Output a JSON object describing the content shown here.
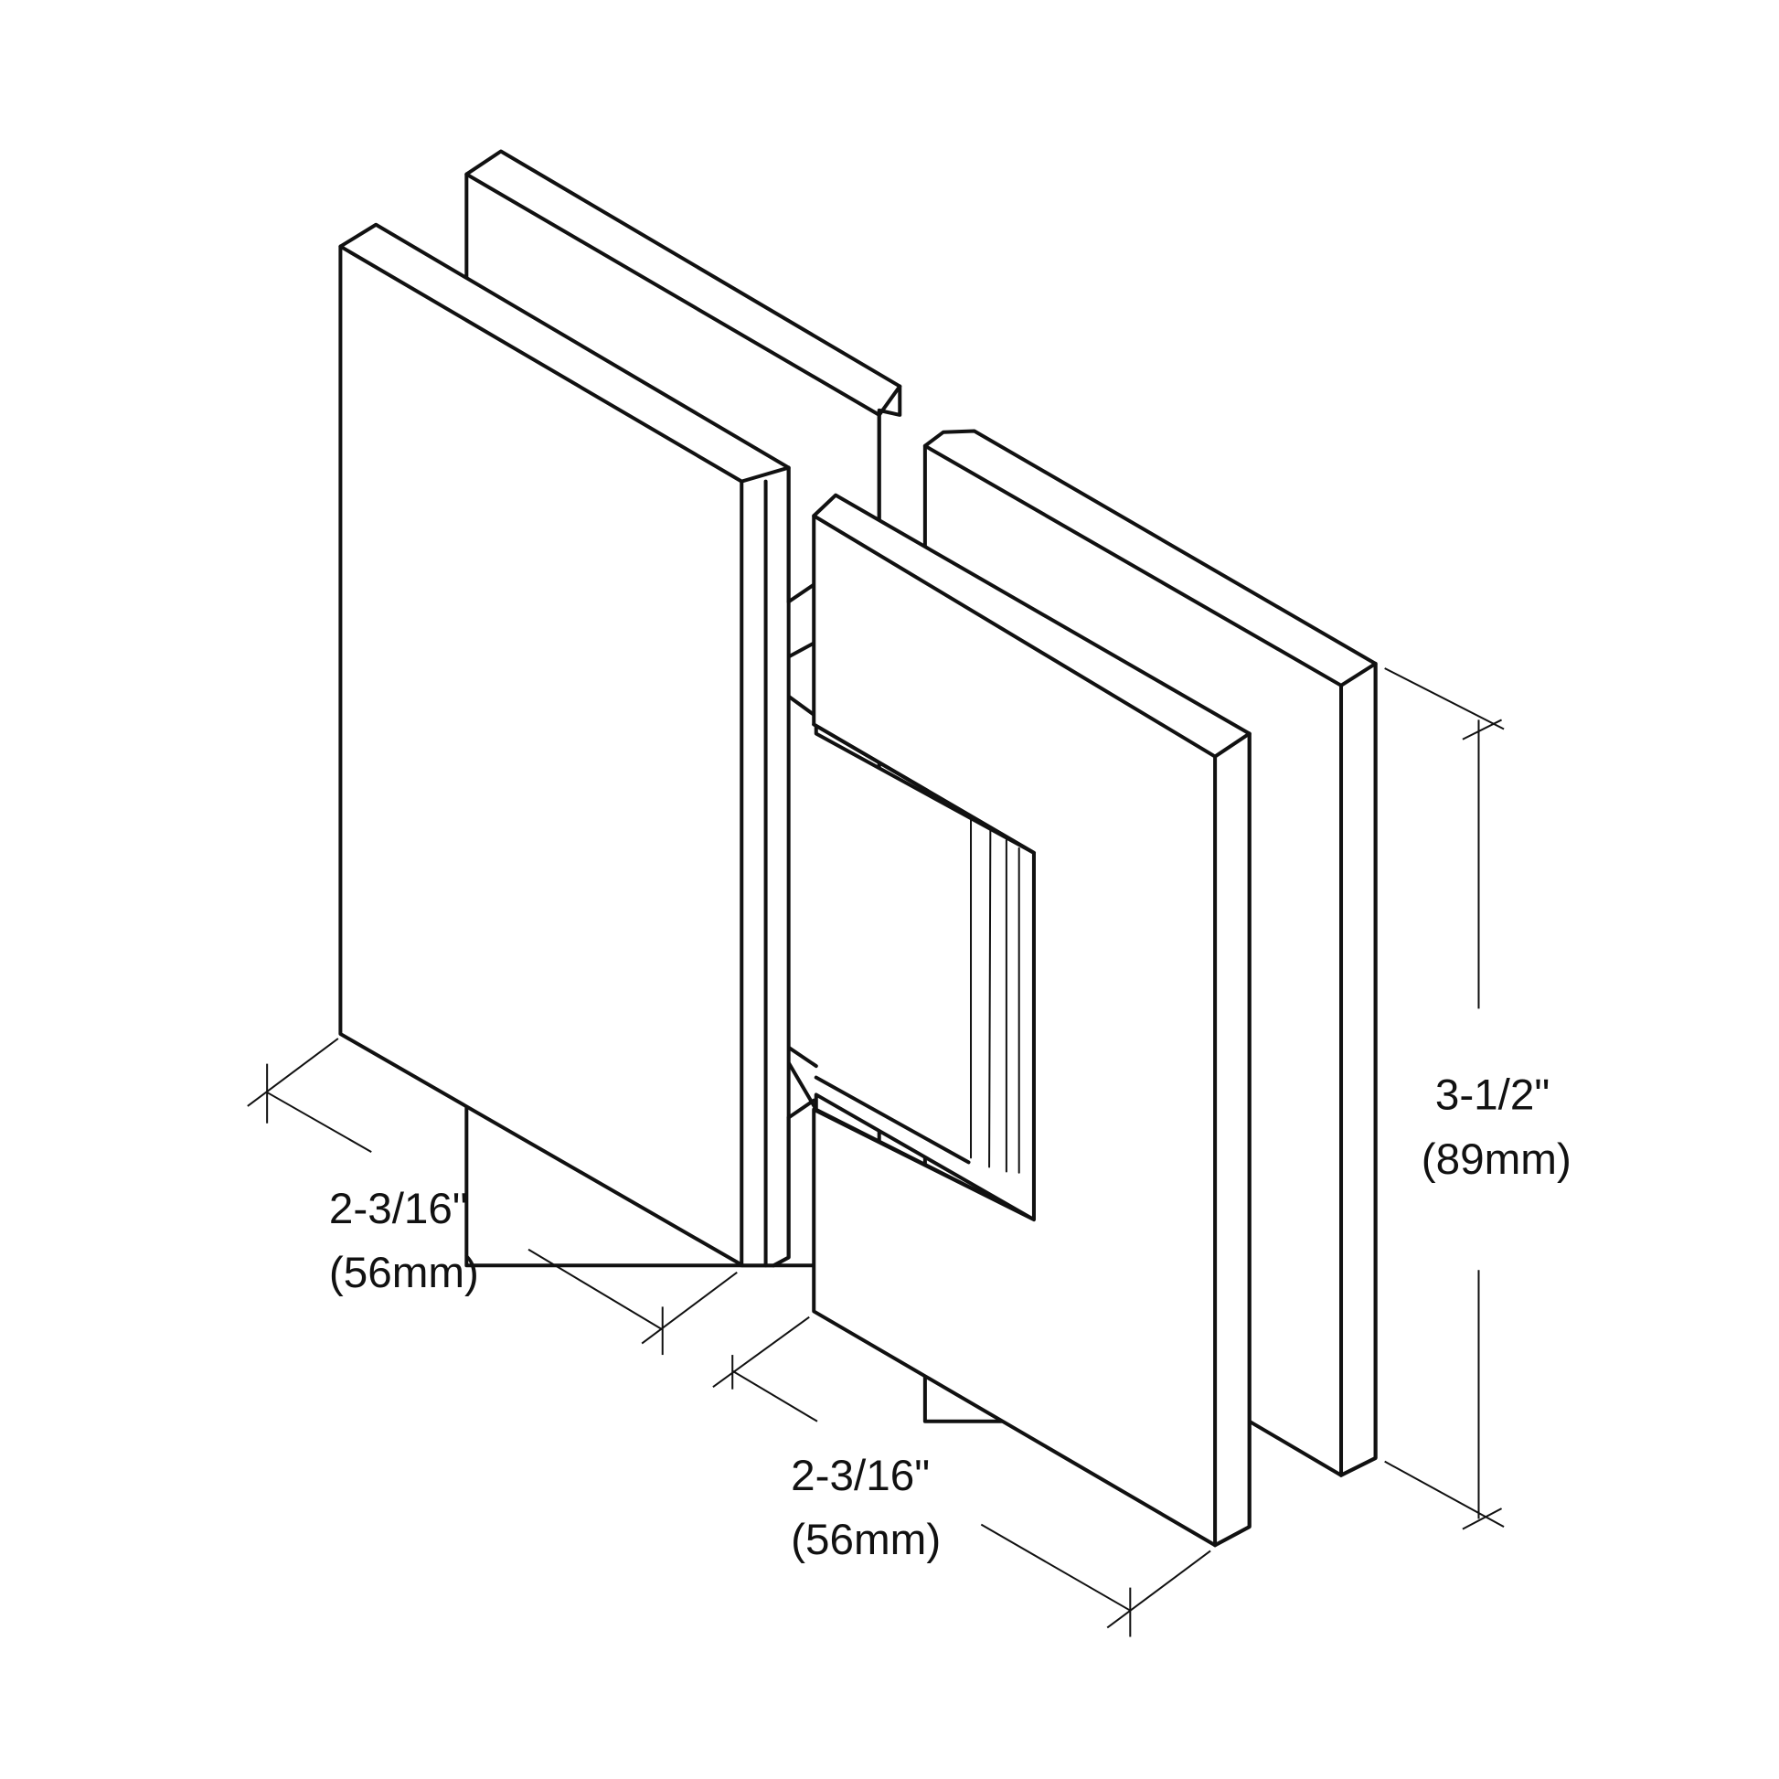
{
  "drawing": {
    "subject": "Glass-to-glass shower door hinge (isometric line drawing)",
    "line_color": "#111111",
    "background_color": "#ffffff"
  },
  "dimensions": {
    "left_width": {
      "imperial": "2-3/16\"",
      "metric": "(56mm)"
    },
    "bottom_width": {
      "imperial": "2-3/16\"",
      "metric": "(56mm)"
    },
    "height": {
      "imperial": "3-1/2\"",
      "metric": "(89mm)"
    }
  }
}
